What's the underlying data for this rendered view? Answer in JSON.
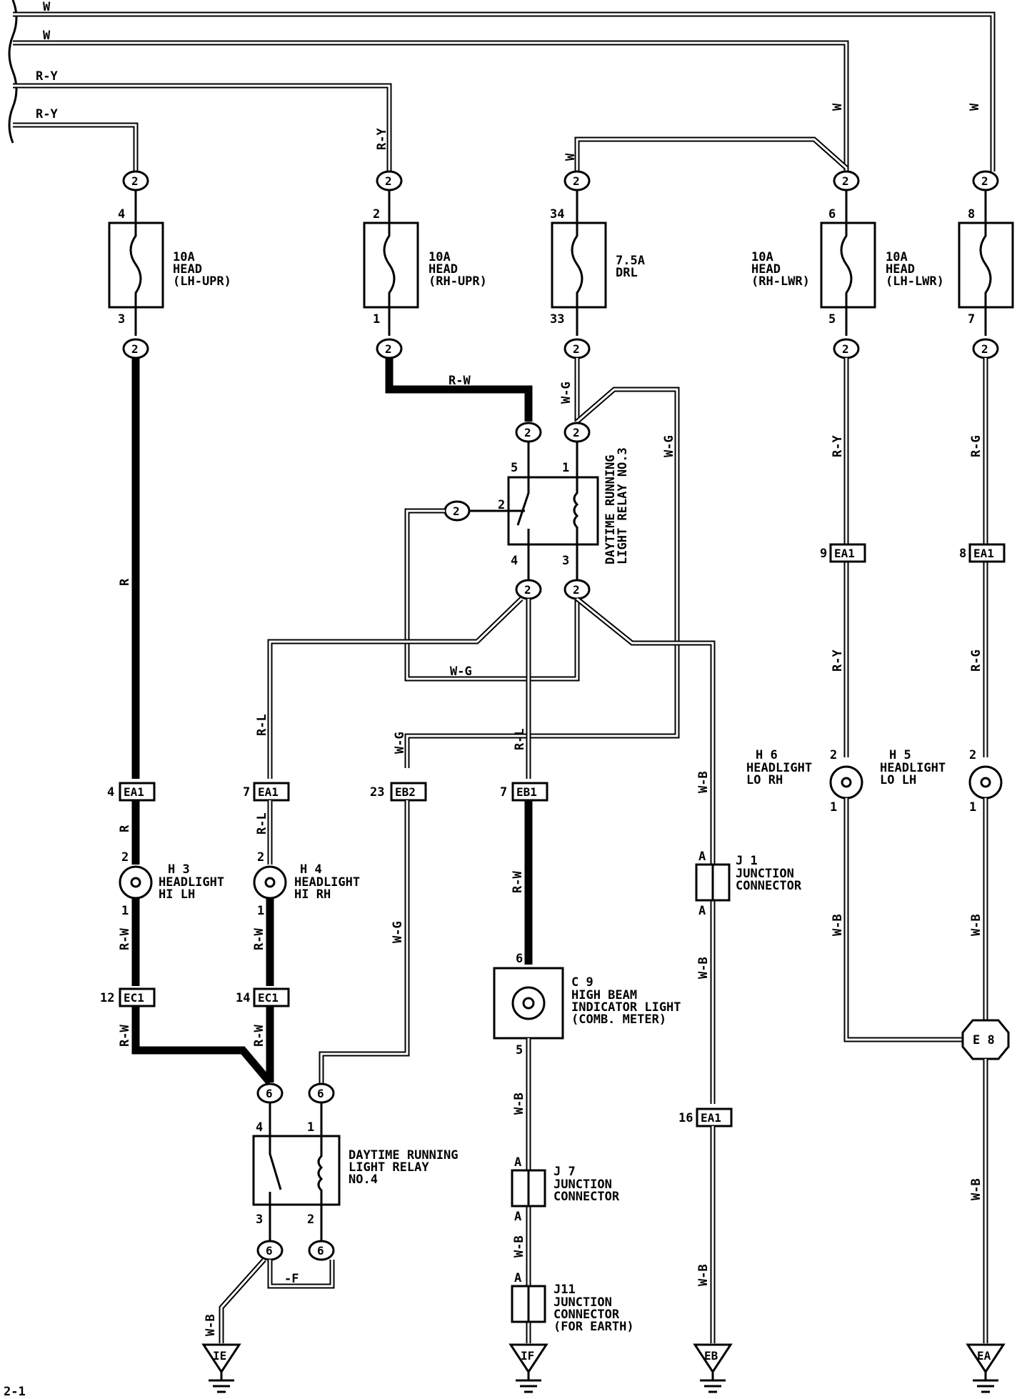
{
  "wire_colors": {
    "w_top1": "W",
    "w_top2": "W",
    "ry_top1": "R-Y",
    "ry_top2": "R-Y",
    "ry_v": "R-Y",
    "w_drl": "W",
    "w_rhlwr": "W",
    "w_lhlwr": "W",
    "rw_relay": "R-W",
    "wg_drl": "W-G",
    "wg_long": "W-G",
    "r_main": "R",
    "ry_rh": "R-Y",
    "rg_lh": "R-G",
    "ry_rh2": "R-Y",
    "rg_lh2": "R-G",
    "rl_h4": "R-L",
    "wg_loop": "W-G",
    "wg_eb2": "W-G",
    "rl_eb1": "R-L",
    "wb_j1": "W-B",
    "r_h3": "R",
    "rl_h4b": "R-L",
    "rw_h3": "R-W",
    "rw_h4": "R-W",
    "wg_down": "W-G",
    "rw_c9": "R-W",
    "wb_h6": "W-B",
    "wb_h5": "W-B",
    "wb_j1b": "W-B",
    "rw_ec1a": "R-W",
    "rw_ec1b": "R-W",
    "wb_c9": "W-B",
    "wb_e8": "W-B",
    "wb_j7": "W-B",
    "wb_eb": "W-B",
    "wb_ie": "W-B",
    "f_small": "-F"
  },
  "connector_code": "2",
  "connector_code_6": "6",
  "fuses": [
    {
      "amps": "10A",
      "name": "HEAD",
      "sub": "(LH-UPR)",
      "pin_top": "4",
      "pin_bot": "3"
    },
    {
      "amps": "10A",
      "name": "HEAD",
      "sub": "(RH-UPR)",
      "pin_top": "2",
      "pin_bot": "1"
    },
    {
      "amps": "7.5A",
      "name": "DRL",
      "sub": "",
      "pin_top": "34",
      "pin_bot": "33"
    },
    {
      "amps": "10A",
      "name": "HEAD",
      "sub": "(RH-LWR)",
      "pin_top": "6",
      "pin_bot": "5"
    },
    {
      "amps": "10A",
      "name": "HEAD",
      "sub": "(LH-LWR)",
      "pin_top": "8",
      "pin_bot": "7"
    }
  ],
  "relay3": {
    "line1": "DAYTIME RUNNING",
    "line2": "LIGHT RELAY NO.3",
    "p5": "5",
    "p1": "1",
    "p2": "2",
    "p4": "4",
    "p3": "3"
  },
  "relay4": {
    "line1": "DAYTIME RUNNING",
    "line2": "LIGHT RELAY",
    "line3": "NO.4",
    "p4": "4",
    "p1": "1",
    "p3": "3",
    "p2": "2"
  },
  "junctions": [
    {
      "code": "EA1",
      "pin": "9"
    },
    {
      "code": "EA1",
      "pin": "8"
    },
    {
      "code": "EA1",
      "pin": "4"
    },
    {
      "code": "EA1",
      "pin": "7"
    },
    {
      "code": "EB2",
      "pin": "23"
    },
    {
      "code": "EB1",
      "pin": "7"
    },
    {
      "code": "EC1",
      "pin": "12"
    },
    {
      "code": "EC1",
      "pin": "14"
    },
    {
      "code": "EA1",
      "pin": "16"
    }
  ],
  "lamps": {
    "h6": {
      "id": "H 6",
      "l1": "HEADLIGHT",
      "l2": "LO RH",
      "pt": "2",
      "pb": "1"
    },
    "h5": {
      "id": "H 5",
      "l1": "HEADLIGHT",
      "l2": "LO LH",
      "pt": "2",
      "pb": "1"
    },
    "h3": {
      "id": "H 3",
      "l1": "HEADLIGHT",
      "l2": "HI LH",
      "pt": "2",
      "pb": "1"
    },
    "h4": {
      "id": "H 4",
      "l1": "HEADLIGHT",
      "l2": "HI RH",
      "pt": "2",
      "pb": "1"
    },
    "c9": {
      "id": "C 9",
      "l1": "HIGH BEAM",
      "l2": "INDICATOR LIGHT",
      "l3": "(COMB. METER)",
      "pt": "6",
      "pb": "5"
    }
  },
  "jconn": {
    "j1": {
      "id": "J 1",
      "l1": "JUNCTION",
      "l2": "CONNECTOR",
      "pin": "A"
    },
    "j7": {
      "id": "J 7",
      "l1": "JUNCTION",
      "l2": "CONNECTOR",
      "pin": "A"
    },
    "j11": {
      "id": "J11",
      "l1": "JUNCTION",
      "l2": "CONNECTOR",
      "l3": "(FOR EARTH)",
      "pin": "A"
    }
  },
  "splice": "E 8",
  "grounds": [
    "IE",
    "IF",
    "EB",
    "EA"
  ],
  "corner": "2-1"
}
